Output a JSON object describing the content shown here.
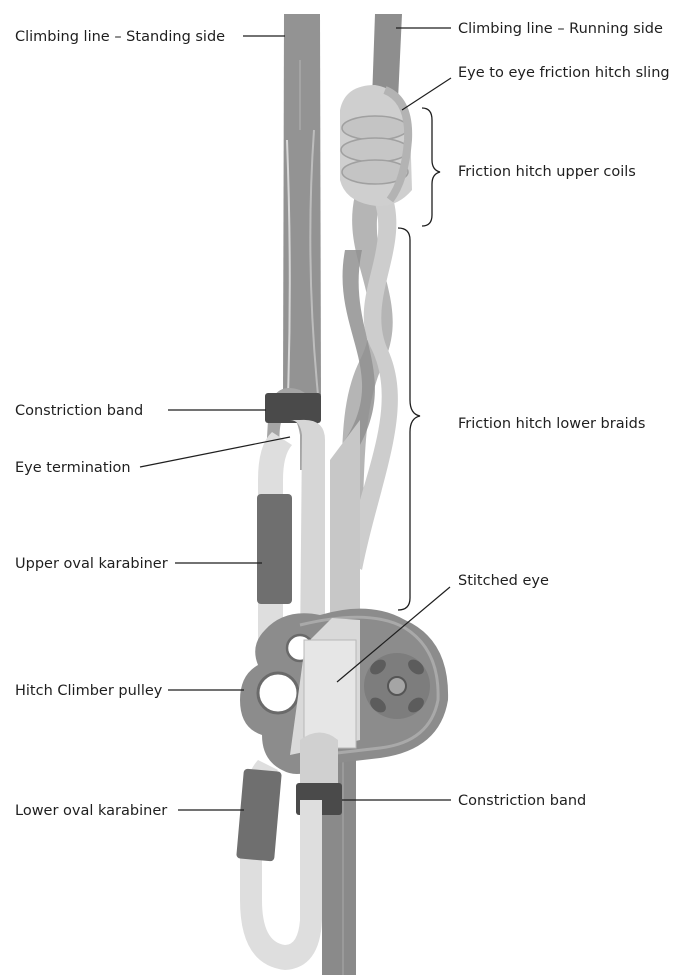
{
  "labels": {
    "standing_side": "Climbing line – Standing side",
    "running_side": "Climbing line – Running side",
    "sling": "Eye to eye friction hitch sling",
    "upper_coils": "Friction hitch upper coils",
    "constriction_band_upper": "Constriction band",
    "lower_braids": "Friction hitch lower braids",
    "eye_termination": "Eye termination",
    "upper_karabiner": "Upper oval karabiner",
    "stitched_eye": "Stitched eye",
    "pulley": "Hitch Climber pulley",
    "constriction_band_lower": "Constriction band",
    "lower_karabiner": "Lower oval karabiner"
  },
  "colors": {
    "rope_dark": "#8e8e8e",
    "rope_mid": "#a3a3a3",
    "sling_light": "#cbcbcb",
    "karabiner_light": "#dedede",
    "band": "#4a4a4a",
    "pulley": "#8a8a8a"
  }
}
